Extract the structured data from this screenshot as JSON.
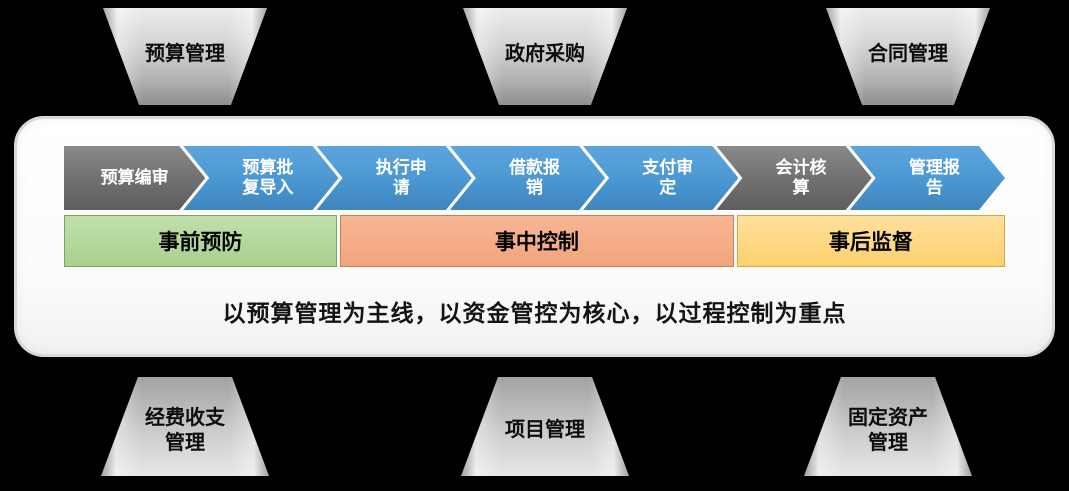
{
  "colors": {
    "bg": "#000000",
    "blue": "#4b97d2",
    "gray": "#6f6f6f",
    "green": "#a9d18e",
    "orange": "#f2a47e",
    "yellow": "#fdd06f"
  },
  "top_modules": [
    {
      "label": "预算管理"
    },
    {
      "label": "政府采购"
    },
    {
      "label": "合同管理"
    }
  ],
  "process_steps": [
    {
      "label": "预算编审",
      "tone": "gray"
    },
    {
      "label": "预算批\n复导入",
      "tone": "blue"
    },
    {
      "label": "执行申\n请",
      "tone": "blue"
    },
    {
      "label": "借款报\n销",
      "tone": "blue"
    },
    {
      "label": "支付审\n定",
      "tone": "blue"
    },
    {
      "label": "会计核\n算",
      "tone": "gray"
    },
    {
      "label": "管理报\n告",
      "tone": "blue"
    }
  ],
  "phases": [
    {
      "label": "事前预防",
      "tone": "green"
    },
    {
      "label": "事中控制",
      "tone": "orange"
    },
    {
      "label": "事后监督",
      "tone": "yellow"
    }
  ],
  "caption": "以预算管理为主线，以资金管控为核心，以过程控制为重点",
  "bottom_modules": [
    {
      "label": "经费收支\n管理"
    },
    {
      "label": "项目管理"
    },
    {
      "label": "固定资产\n管理"
    }
  ]
}
